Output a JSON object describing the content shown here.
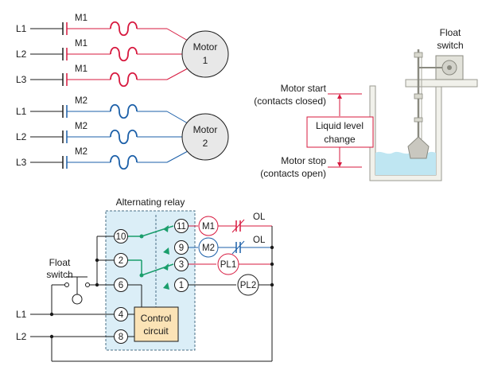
{
  "colors": {
    "red": "#d7183e",
    "blue": "#1b5fa8",
    "green": "#1a9e6c",
    "black": "#1a1a1a",
    "motor_fill": "#e8e8e8",
    "relay_fill": "#dbeef7",
    "control_fill": "#fbe3b6",
    "liquid": "#bfe6f2",
    "tank": "#f1f1eb",
    "arrow": "#d7183e"
  },
  "motor1": {
    "lines": [
      "L1",
      "L2",
      "L3"
    ],
    "contact_label": "M1",
    "name": "Motor",
    "number": "1"
  },
  "motor2": {
    "lines": [
      "L1",
      "L2",
      "L3"
    ],
    "contact_label": "M2",
    "name": "Motor",
    "number": "2"
  },
  "float_assembly": {
    "title_line1": "Float",
    "title_line2": "switch",
    "start_line1": "Motor start",
    "start_line2": "(contacts closed)",
    "level_line1": "Liquid level",
    "level_line2": "change",
    "stop_line1": "Motor stop",
    "stop_line2": "(contacts open)"
  },
  "relay": {
    "title": "Alternating relay",
    "terminals": [
      "10",
      "2",
      "6",
      "4",
      "8",
      "11",
      "9",
      "3",
      "1"
    ],
    "control_line1": "Control",
    "control_line2": "circuit"
  },
  "ladder": {
    "float_line1": "Float",
    "float_line2": "switch",
    "l1": "L1",
    "l2": "L2",
    "loads": [
      "M1",
      "M2",
      "PL1",
      "PL2"
    ],
    "overload": "OL"
  }
}
